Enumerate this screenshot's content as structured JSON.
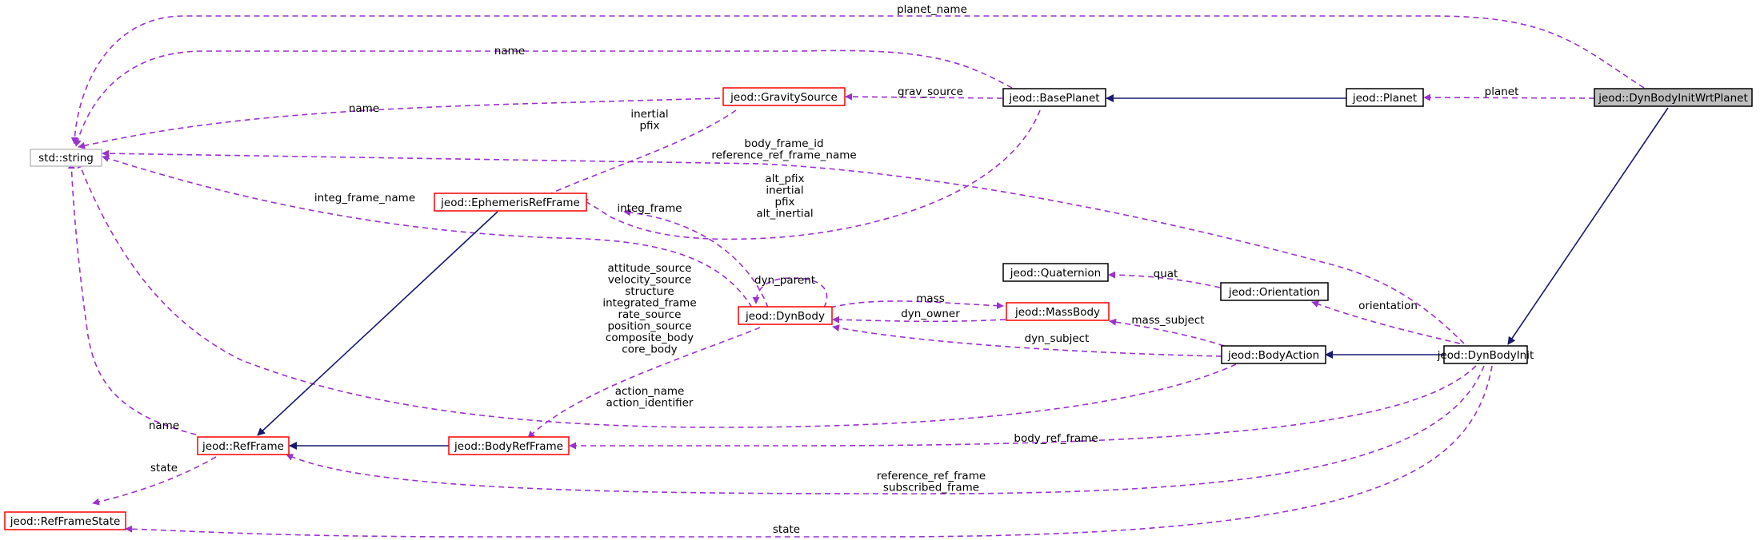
{
  "colors": {
    "red_border": "#ff0000",
    "black_border": "#000000",
    "grey_border": "#bfbfbf",
    "highlight_fill": "#bfbfbf",
    "dep_edge": "#9a32cd",
    "inherit_edge": "#191970"
  },
  "nodes": {
    "string": "std::string",
    "dyn_body_init_wrt_planet": "jeod::DynBodyInitWrtPlanet",
    "planet": "jeod::Planet",
    "base_planet": "jeod::BasePlanet",
    "gravity_source": "jeod::GravitySource",
    "ephemeris_ref_frame": "jeod::EphemerisRefFrame",
    "quaternion": "jeod::Quaternion",
    "orientation": "jeod::Orientation",
    "mass_body": "jeod::MassBody",
    "dyn_body": "jeod::DynBody",
    "body_action": "jeod::BodyAction",
    "dyn_body_init": "jeod::DynBodyInit",
    "ref_frame": "jeod::RefFrame",
    "body_ref_frame": "jeod::BodyRefFrame",
    "ref_frame_state": "jeod::RefFrameState"
  },
  "edges": {
    "planet_name": [
      "planet_name"
    ],
    "base_name": [
      "name"
    ],
    "grav_name": [
      "name"
    ],
    "dbi_string": [
      "body_frame_id",
      "reference_ref_frame_name"
    ],
    "integ_frame_name": [
      "integ_frame_name"
    ],
    "action_string": [
      "action_name",
      "action_identifier"
    ],
    "ref_name": [
      "name"
    ],
    "planet": [
      "planet"
    ],
    "grav_source": [
      "grav_source"
    ],
    "grav_eph": [
      "inertial",
      "pfix"
    ],
    "base_eph": [
      "alt_pfix",
      "inertial",
      "pfix",
      "alt_inertial"
    ],
    "integ_frame": [
      "integ_frame"
    ],
    "dyn_parent": [
      "dyn_parent"
    ],
    "mass": [
      "mass"
    ],
    "dyn_owner": [
      "dyn_owner"
    ],
    "dyn_subject": [
      "dyn_subject"
    ],
    "mass_subject": [
      "mass_subject"
    ],
    "quat": [
      "quat"
    ],
    "orientation": [
      "orientation"
    ],
    "dyn_brf": [
      "attitude_source",
      "velocity_source",
      "structure",
      "integrated_frame",
      "rate_source",
      "position_source",
      "composite_body",
      "core_body"
    ],
    "body_ref_frame": [
      "body_ref_frame"
    ],
    "ref_frame_sub": [
      "reference_ref_frame",
      "subscribed_frame"
    ],
    "rf_state": [
      "state"
    ],
    "dbi_state": [
      "state"
    ]
  }
}
